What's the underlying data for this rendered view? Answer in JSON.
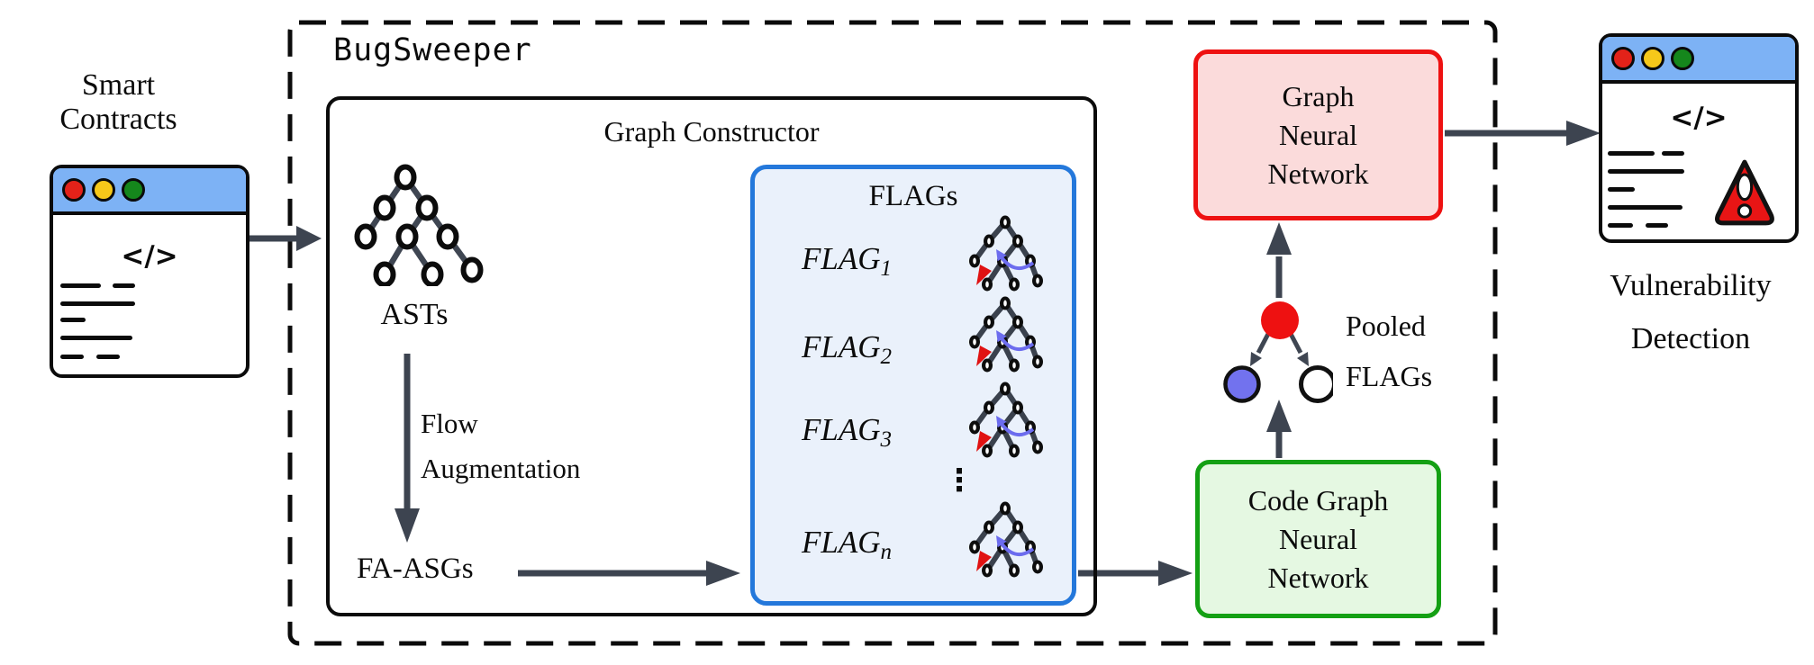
{
  "diagram": {
    "input_label": "Smart Contracts",
    "system_label": "BugSweeper",
    "code_glyph": "</>",
    "graph_constructor": {
      "title": "Graph Constructor",
      "ast_label": "ASTs",
      "flow_step_line1": "Flow",
      "flow_step_line2": "Augmentation",
      "fa_asg_label": "FA-ASGs"
    },
    "flags": {
      "title": "FLAGs",
      "rows": [
        {
          "label": "FLAG",
          "sub": "1"
        },
        {
          "label": "FLAG",
          "sub": "2"
        },
        {
          "label": "FLAG",
          "sub": "3"
        },
        {
          "label": "FLAG",
          "sub": "n"
        }
      ],
      "ellipsis": "⋮"
    },
    "code_gnn": {
      "line1": "Code Graph",
      "line2": "Neural",
      "line3": "Network"
    },
    "gnn": {
      "line1": "Graph",
      "line2": "Neural",
      "line3": "Network"
    },
    "pooled": {
      "line1": "Pooled",
      "line2": "FLAGs"
    },
    "output_label": {
      "line1": "Vulnerability",
      "line2": "Detection"
    }
  },
  "colors": {
    "arrow": "#3d4450",
    "window_header_blue": "#7db2f5",
    "dot_red": "#e32219",
    "dot_yellow": "#f6c81a",
    "dot_green": "#15871c",
    "flags_box_fill": "#eaf1fb",
    "flags_box_border": "#2478db",
    "code_gnn_fill": "#e5f8e2",
    "code_gnn_border": "#14a014",
    "gnn_fill": "#fbdbdb",
    "gnn_border": "#ee1111",
    "pooled_root_red": "#ee1111",
    "pooled_node_blue": "#7272ee",
    "flag_edge_blue": "#6c6cee",
    "flag_arrow_red": "#e01212",
    "warning_red": "#e81515"
  }
}
